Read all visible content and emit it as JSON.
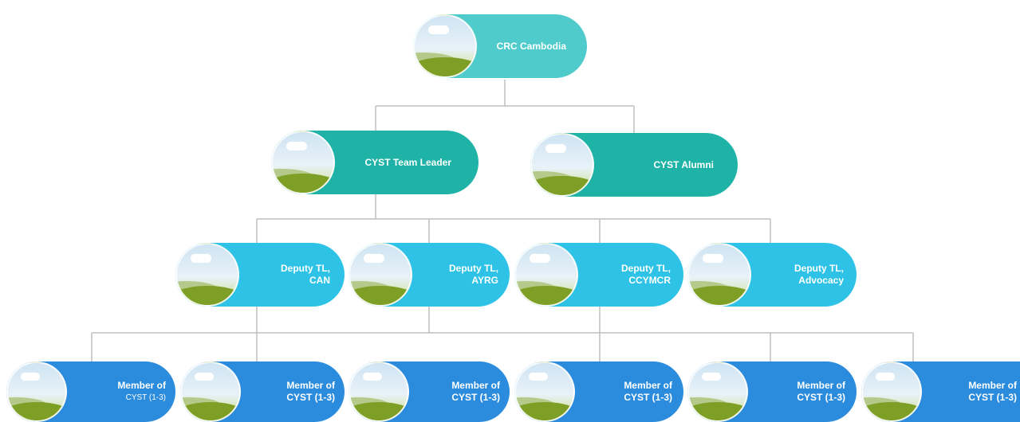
{
  "colors": {
    "connector": "#bfbfbf",
    "level1": "#4fcbcb",
    "level2": "#1fb3a7",
    "level3": "#2ec3e6",
    "level4": "#2b8bdd"
  },
  "nodes": {
    "root": {
      "text": "CRC Cambodia"
    },
    "team_leader": {
      "text": "CYST Team Leader"
    },
    "alumni": {
      "text": "CYST Alumni"
    },
    "deputies": [
      {
        "line1": "Deputy TL,",
        "line2": "CAN"
      },
      {
        "line1": "Deputy TL,",
        "line2": "AYRG"
      },
      {
        "line1": "Deputy TL,",
        "line2": "CCYMCR"
      },
      {
        "line1": "Deputy TL,",
        "line2": "Advocacy"
      }
    ],
    "members": [
      {
        "line1": "Member of",
        "line2": "CYST (1-3)"
      },
      {
        "line1": "Member of",
        "line2": "CYST (1-3)"
      },
      {
        "line1": "Member of",
        "line2": "CYST (1-3)"
      },
      {
        "line1": "Member of",
        "line2": "CYST (1-3)"
      },
      {
        "line1": "Member of",
        "line2": "CYST (1-3)"
      },
      {
        "line1": "Member of",
        "line2": "CYST (1-3)"
      }
    ]
  }
}
